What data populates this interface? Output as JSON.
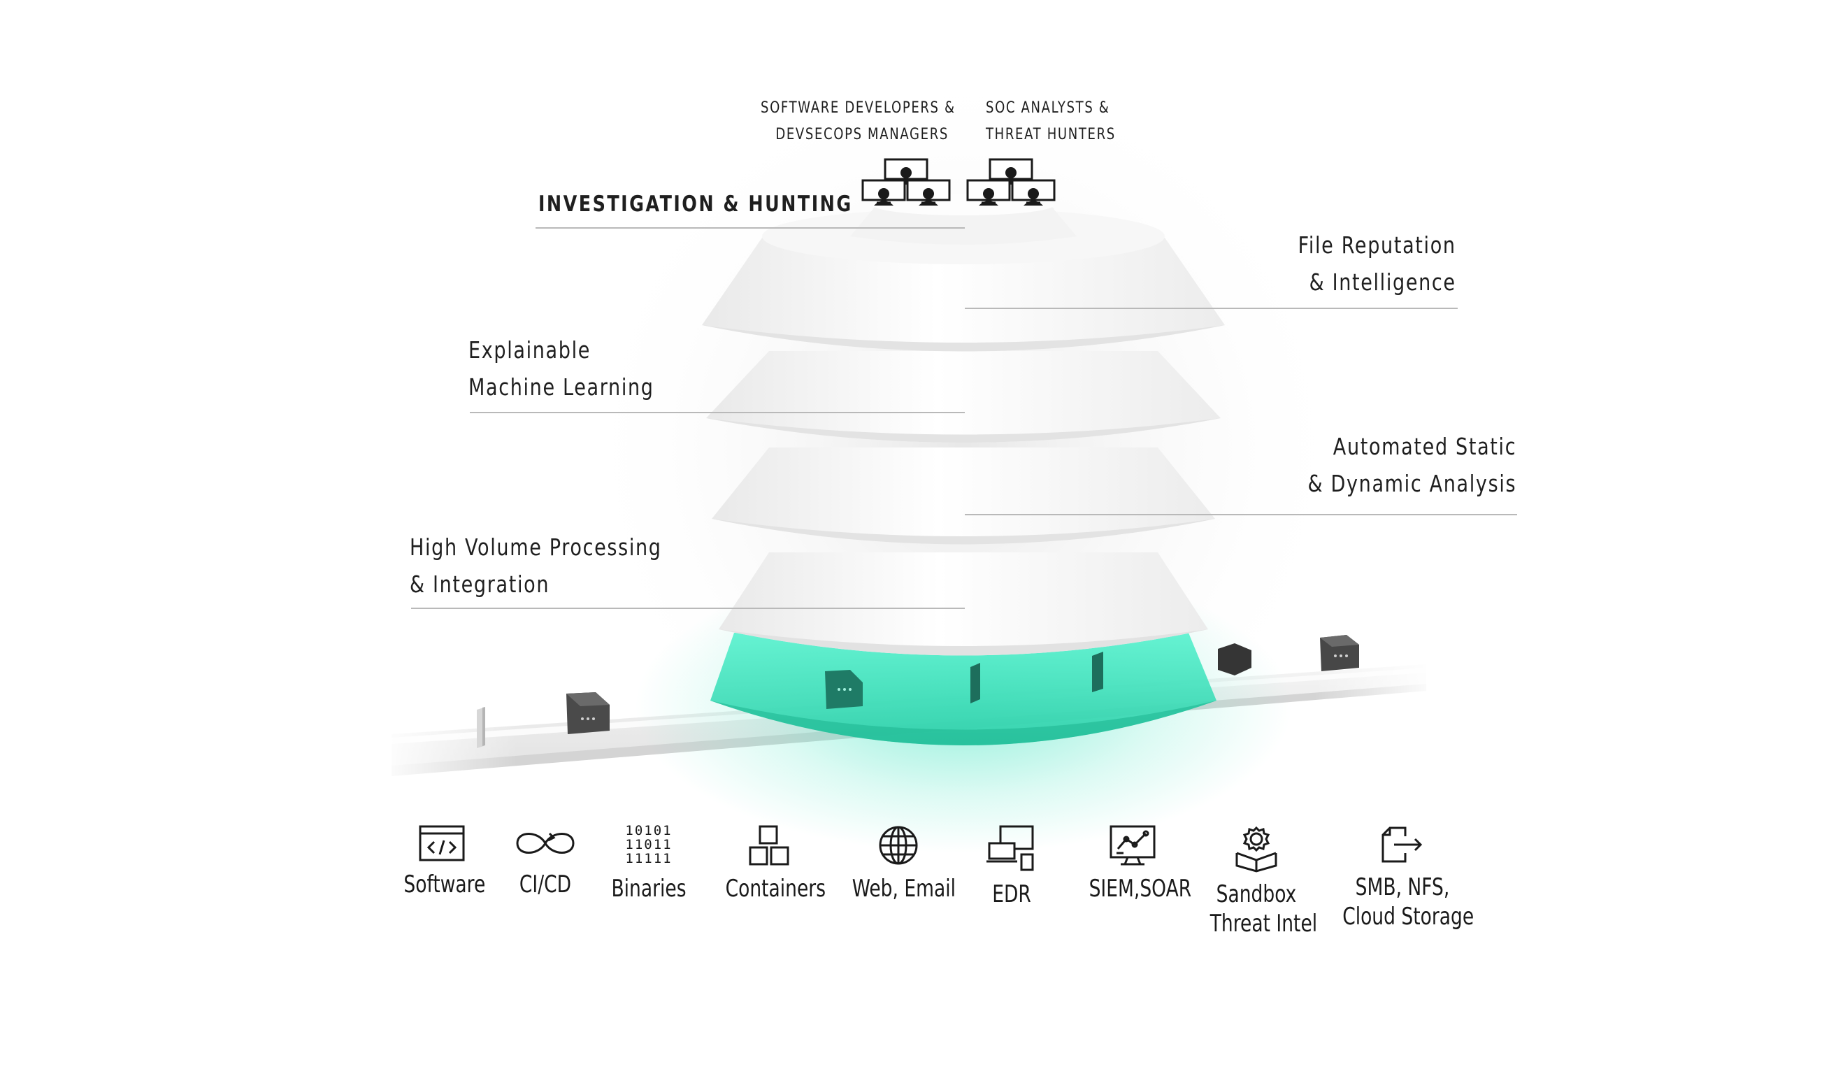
{
  "roles": {
    "developers": [
      "SOFTWARE DEVELOPERS &",
      "DEVSECOPS MANAGERS"
    ],
    "analysts": [
      "SOC ANALYSTS &",
      "THREAT HUNTERS"
    ]
  },
  "layers": {
    "investigation": "INVESTIGATION & HUNTING",
    "reputation": [
      "File Reputation",
      "& Intelligence"
    ],
    "ml": [
      "Explainable",
      "Machine Learning"
    ],
    "analysis": [
      "Automated Static",
      "& Dynamic Analysis"
    ],
    "processing": [
      "High Volume Processing",
      "& Integration"
    ]
  },
  "sources": [
    {
      "icon": "code-window-icon",
      "label": [
        "Software"
      ]
    },
    {
      "icon": "infinity-loop-icon",
      "label": [
        "CI/CD"
      ]
    },
    {
      "icon": "binary-digits-icon",
      "label": [
        "Binaries"
      ],
      "glyph": [
        "10101",
        "11011",
        "11111"
      ]
    },
    {
      "icon": "containers-icon",
      "label": [
        "Containers"
      ]
    },
    {
      "icon": "globe-icon",
      "label": [
        "Web, Email"
      ]
    },
    {
      "icon": "devices-icon",
      "label": [
        "EDR"
      ]
    },
    {
      "icon": "monitor-chart-icon",
      "label": [
        "SIEM,SOAR"
      ]
    },
    {
      "icon": "gear-box-icon",
      "label": [
        "Sandbox",
        "Threat Intel"
      ]
    },
    {
      "icon": "file-export-icon",
      "label": [
        "SMB, NFS,",
        "Cloud Storage"
      ]
    }
  ],
  "colors": {
    "accent": "#3ee6c0",
    "accent_dark": "#1fb693",
    "ink": "#1f1f1f",
    "leader": "#b9b9b9"
  }
}
